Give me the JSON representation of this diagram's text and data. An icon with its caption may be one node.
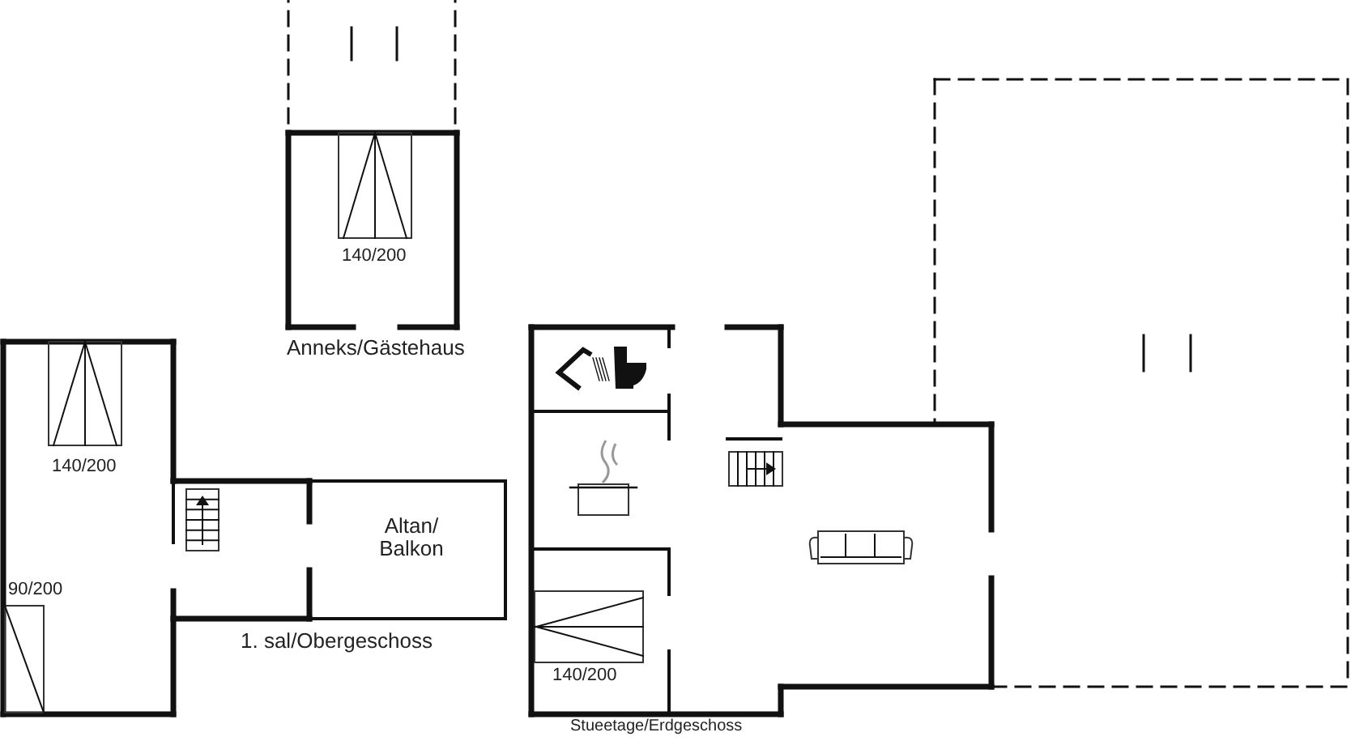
{
  "diagram": {
    "labels": [
      "140/200",
      "Anneks/Gästehaus",
      "140/200",
      "Altan/ Balkon",
      "90/200",
      "1. sal/Obergeschoss",
      "140/200",
      "Stueetage/Erdgeschoss"
    ]
  }
}
